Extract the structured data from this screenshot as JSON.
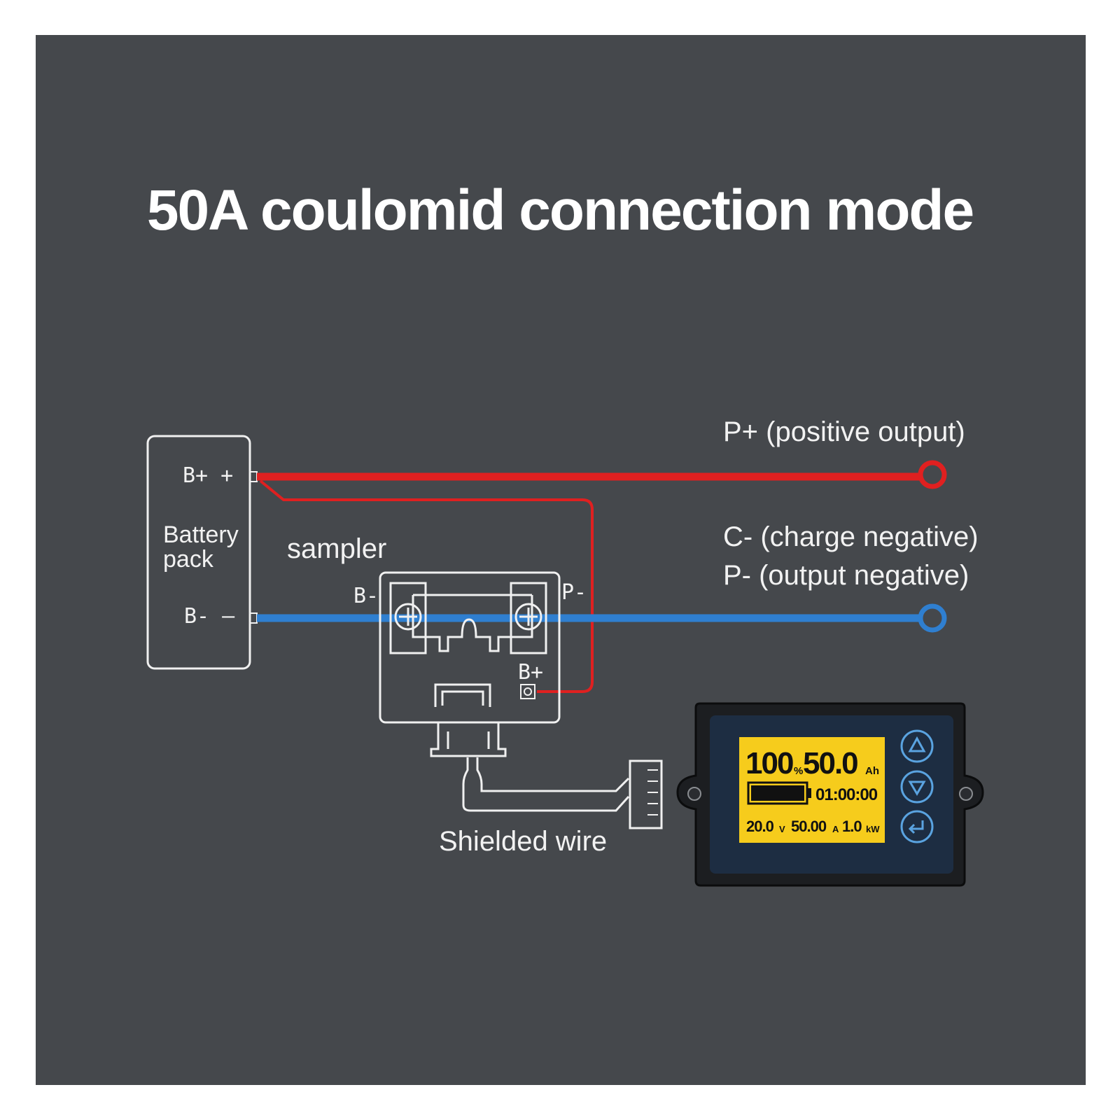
{
  "title": "50A coulomid connection mode",
  "battery": {
    "label_line1": "Battery",
    "label_line2": "pack",
    "pos_terminal": "B+ +",
    "neg_terminal": "B- –"
  },
  "sampler": {
    "label": "sampler",
    "b_minus": "B-",
    "p_minus": "P-",
    "b_plus": "B+"
  },
  "outputs": {
    "p_plus": "P+ (positive output)",
    "c_minus": "C- (charge negative)",
    "p_minus": "P- (output negative)"
  },
  "cable_label": "Shielded wire",
  "display": {
    "percent": "100",
    "percent_unit": "%",
    "capacity": "50.0",
    "capacity_unit": "Ah",
    "time": "01:00:00",
    "voltage": "20.0",
    "voltage_unit": "V",
    "current": "50.00",
    "current_unit": "A",
    "power": "1.0",
    "power_unit": "kW",
    "battery_level": 1.0
  },
  "buttons": [
    "up-arrow-icon",
    "down-arrow-icon",
    "enter-icon"
  ],
  "colors": {
    "background": "#45484c",
    "positive_wire": "#e02020",
    "negative_wire": "#2f7fd0",
    "lcd": "#f6cc1c",
    "text": "#ffffff"
  }
}
